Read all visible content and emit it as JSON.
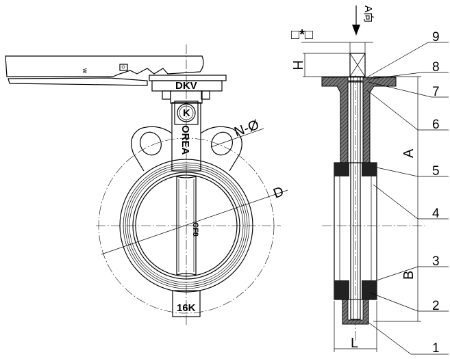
{
  "drawing": {
    "direction_label": "A向",
    "square_label": "□*□",
    "dimension_labels": {
      "height": "H",
      "A": "A",
      "B": "B",
      "L": "L",
      "D": "D",
      "holes": "N-Ø"
    },
    "part_numbers": [
      "9",
      "8",
      "7",
      "6",
      "5",
      "4",
      "3",
      "2",
      "1"
    ],
    "markings": {
      "brand": "DKV",
      "country": "OREA",
      "logo": "K",
      "rating": "16K",
      "material": "CF8"
    }
  }
}
